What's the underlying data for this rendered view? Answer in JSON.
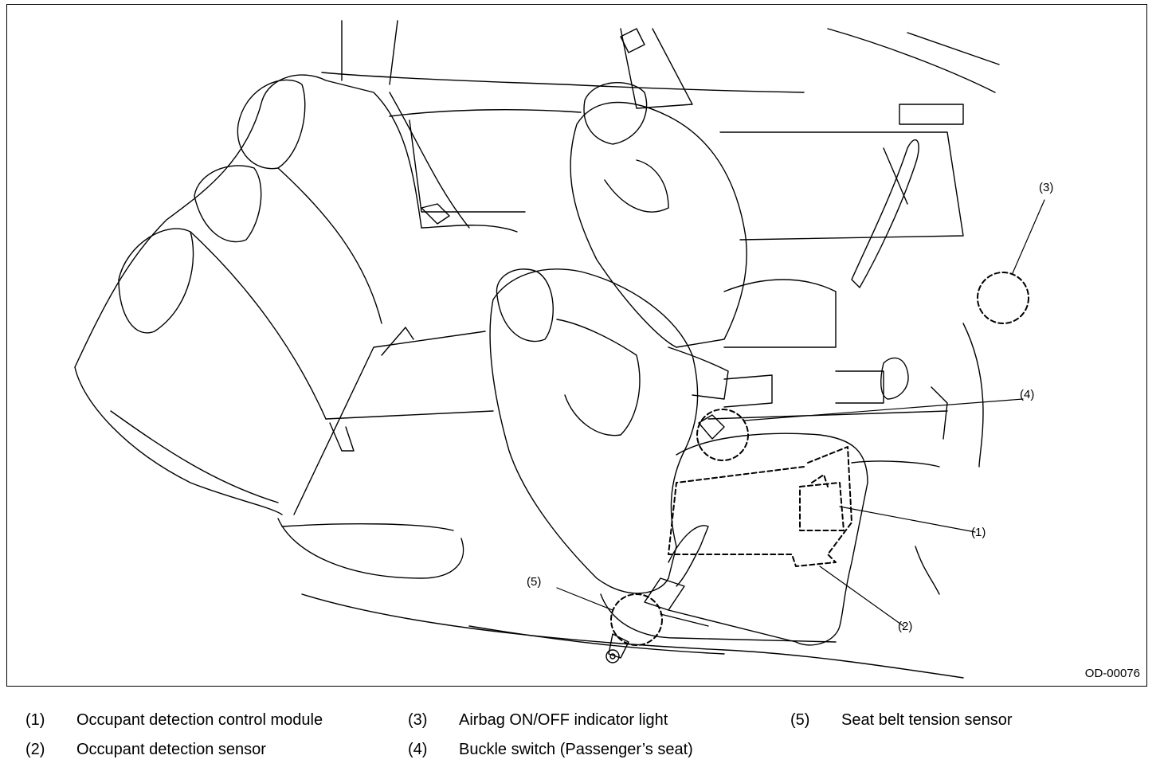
{
  "figure": {
    "id": "OD-00076",
    "callouts": {
      "c1": "(1)",
      "c2": "(2)",
      "c3": "(3)",
      "c4": "(4)",
      "c5": "(5)"
    }
  },
  "legend": [
    {
      "number": "(1)",
      "label": "Occupant detection control module"
    },
    {
      "number": "(2)",
      "label": "Occupant detection sensor"
    },
    {
      "number": "(3)",
      "label": "Airbag ON/OFF indicator light"
    },
    {
      "number": "(4)",
      "label": "Buckle switch (Passenger’s seat)"
    },
    {
      "number": "(5)",
      "label": "Seat belt tension sensor"
    }
  ],
  "colors": {
    "line": "#000000",
    "background": "#ffffff"
  }
}
